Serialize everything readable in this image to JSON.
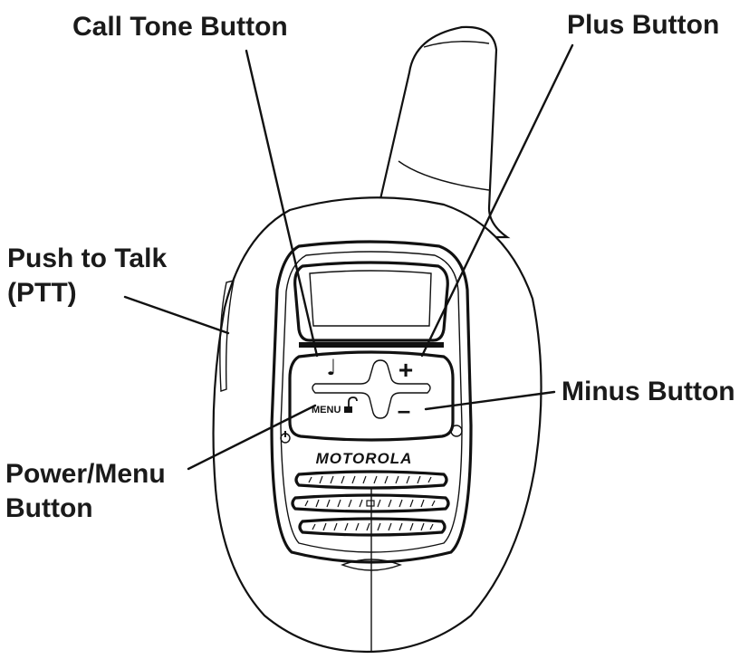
{
  "labels": {
    "call_tone": "Call Tone Button",
    "plus": "Plus Button",
    "ptt_line1": "Push to Talk",
    "ptt_line2": "(PTT)",
    "minus": "Minus Button",
    "power_line1": "Power/Menu",
    "power_line2": "Button"
  },
  "device": {
    "brand": "MOTOROLA",
    "menu_label": "MENU",
    "plus_symbol": "+",
    "minus_symbol": "–",
    "note_symbol": "♩"
  }
}
